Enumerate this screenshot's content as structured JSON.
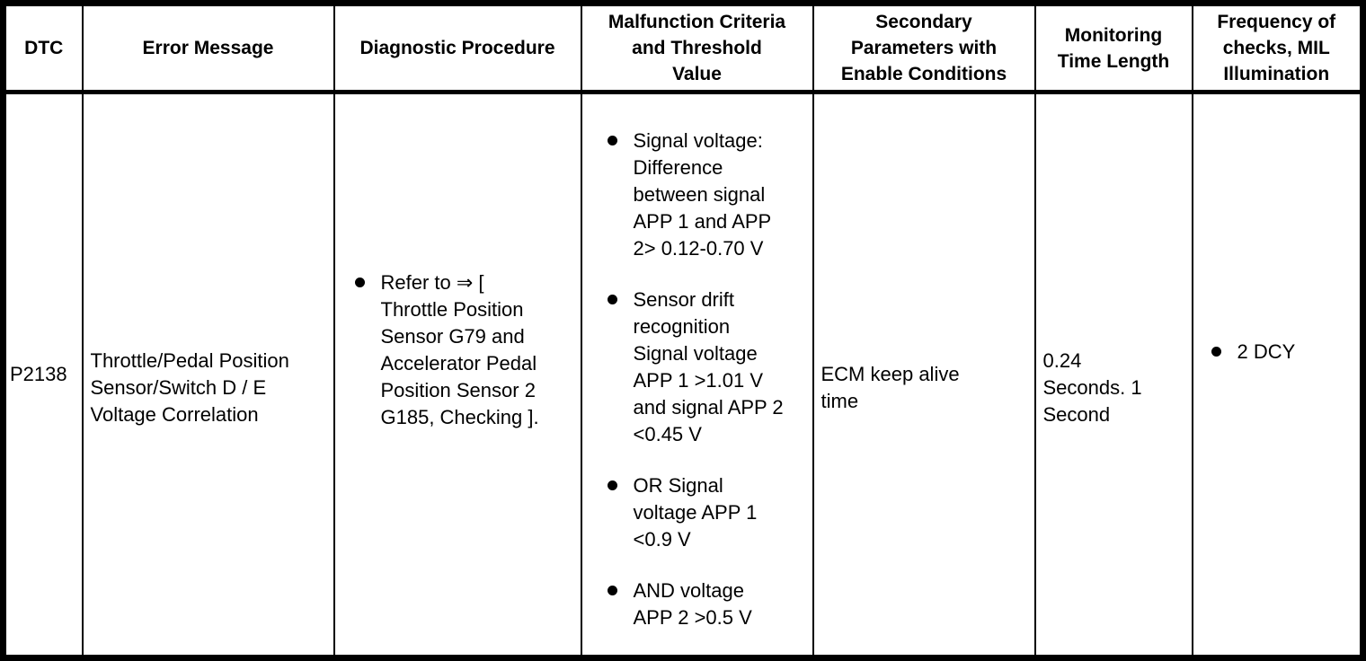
{
  "colors": {
    "border": "#000000",
    "text": "#000000",
    "background": "#ffffff"
  },
  "table": {
    "headers": [
      "DTC",
      "Error Message",
      "Diagnostic Procedure",
      "Malfunction Criteria\nand Threshold\nValue",
      "Secondary\nParameters with\nEnable Conditions",
      "Monitoring\nTime Length",
      "Frequency of\nchecks, MIL\nIllumination"
    ],
    "row": {
      "dtc": "P2138",
      "error_message": "Throttle/Pedal Position\nSensor/Switch D / E\nVoltage Correlation",
      "diagnostic_procedure_items": [
        "Refer to ⇒ [\nThrottle Position\nSensor G79 and\nAccelerator Pedal\nPosition Sensor 2\nG185, Checking ]."
      ],
      "malfunction_criteria_items": [
        "Signal voltage:\nDifference\nbetween signal\nAPP 1 and APP\n2> 0.12-0.70 V",
        "Sensor drift\nrecognition\nSignal voltage\nAPP 1 >1.01 V\nand signal APP 2\n<0.45 V",
        "OR Signal\nvoltage APP 1\n<0.9 V",
        "AND voltage\nAPP 2 >0.5 V"
      ],
      "secondary_parameters": "ECM keep alive\ntime",
      "monitoring_time_length": "0.24\nSeconds. 1\nSecond",
      "frequency_items": [
        "2 DCY"
      ]
    }
  }
}
